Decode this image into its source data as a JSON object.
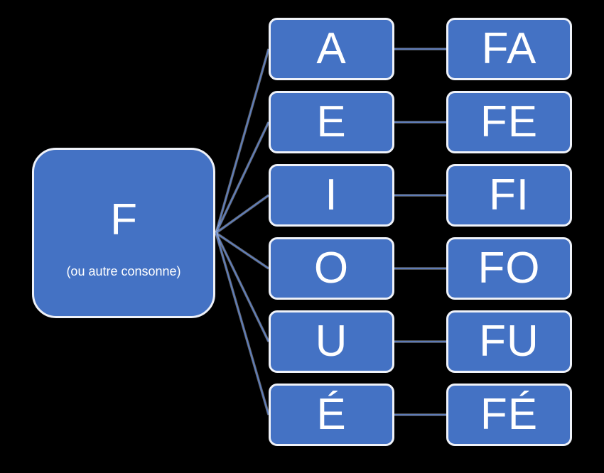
{
  "diagram": {
    "root": {
      "letter": "F",
      "note": "(ou autre consonne)"
    },
    "rows": [
      {
        "vowel": "A",
        "syllable": "FA"
      },
      {
        "vowel": "E",
        "syllable": "FE"
      },
      {
        "vowel": "I",
        "syllable": "FI"
      },
      {
        "vowel": "O",
        "syllable": "FO"
      },
      {
        "vowel": "U",
        "syllable": "FU"
      },
      {
        "vowel": "É",
        "syllable": "FÉ"
      }
    ],
    "colors": {
      "background": "#000000",
      "box_fill": "#4472C4",
      "box_border": "#EFF2F9",
      "connector": "#5D7EC0",
      "connector_halo": "#D8E0F0",
      "text": "#FFFFFF"
    }
  }
}
